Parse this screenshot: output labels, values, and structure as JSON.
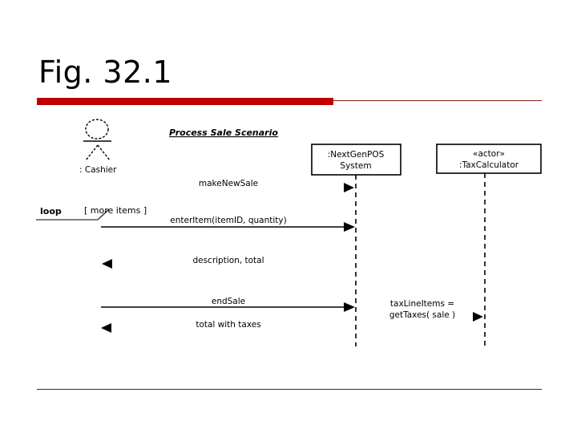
{
  "slide": {
    "title": "Fig. 32.1",
    "accent_color": "#c00000",
    "rule_color": "#6e1414"
  },
  "diagram": {
    "type": "uml-sequence-diagram",
    "frame_title": "Process Sale Scenario",
    "actor": {
      "label": ": Cashier",
      "icon": "stick-figure-actor"
    },
    "lifelines": [
      {
        "name": "cashier",
        "label": ": Cashier"
      },
      {
        "name": "nextgenpos",
        "label_line1": ":NextGenPOS",
        "label_line2": "System"
      },
      {
        "name": "taxcalculator",
        "stereotype": "«actor»",
        "label": ":TaxCalculator"
      }
    ],
    "fragment": {
      "operator": "loop",
      "guard": "[ more items ]"
    },
    "messages": [
      {
        "name": "make-new-sale",
        "label": "makeNewSale",
        "direction": "right",
        "kind": "call"
      },
      {
        "name": "enter-item",
        "label": "enterItem(itemID, quantity)",
        "direction": "right",
        "kind": "call"
      },
      {
        "name": "description-total",
        "label": "description, total",
        "direction": "left",
        "kind": "return"
      },
      {
        "name": "end-sale",
        "label": "endSale",
        "direction": "right",
        "kind": "call"
      },
      {
        "name": "get-taxes",
        "label_line1": "taxLineItems =",
        "label_line2": "getTaxes( sale )",
        "direction": "right",
        "kind": "call"
      },
      {
        "name": "total-with-taxes",
        "label": "total with taxes",
        "direction": "left",
        "kind": "return"
      }
    ]
  }
}
